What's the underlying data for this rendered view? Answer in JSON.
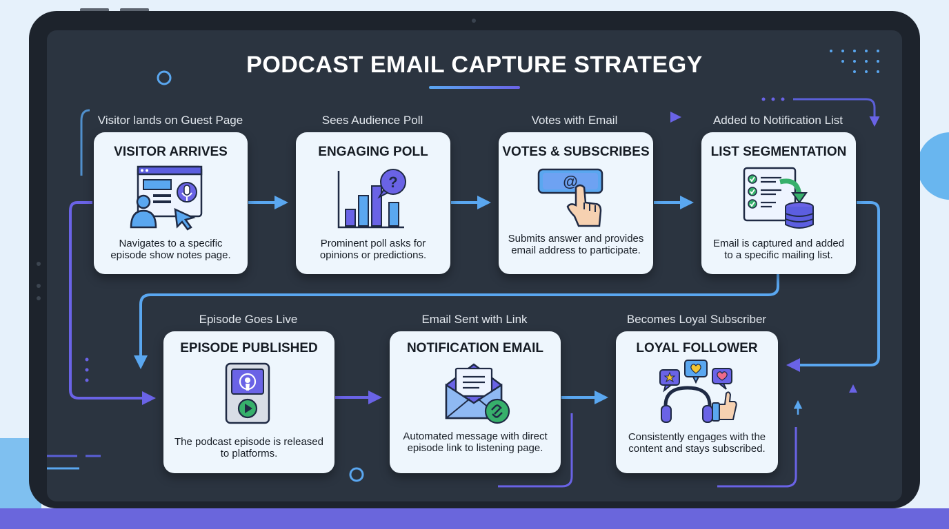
{
  "title": "PODCAST EMAIL CAPTURE STRATEGY",
  "colors": {
    "background": "#e6f1fb",
    "screen": "#2b3440",
    "card": "#eef6fd",
    "arrow_blue": "#5aa7f0",
    "arrow_purple": "#6a63e6"
  },
  "steps": [
    {
      "label": "Visitor lands on Guest Page",
      "title": "VISITOR ARRIVES",
      "description": "Navigates to a specific episode show notes page.",
      "icon": "browser-podcast-cursor-icon"
    },
    {
      "label": "Sees Audience Poll",
      "title": "ENGAGING POLL",
      "description": "Prominent poll asks for opinions or predictions.",
      "icon": "bar-chart-question-icon"
    },
    {
      "label": "Votes with Email",
      "title": "VOTES & SUBSCRIBES",
      "description": "Submits answer and provides email address to participate.",
      "icon": "email-button-hand-icon"
    },
    {
      "label": "Added to Notification List",
      "title": "LIST SEGMENTATION",
      "description": "Email is captured and added to a specific mailing list.",
      "icon": "checklist-database-icon"
    },
    {
      "label": "Episode Goes Live",
      "title": "EPISODE PUBLISHED",
      "description": "The podcast episode is released to platforms.",
      "icon": "podcast-player-icon"
    },
    {
      "label": "Email Sent with Link",
      "title": "NOTIFICATION EMAIL",
      "description": "Automated message with direct episode link to listening page.",
      "icon": "envelope-link-icon"
    },
    {
      "label": "Becomes Loyal Subscriber",
      "title": "LOYAL FOLLOWER",
      "description": "Consistently engages with the content and stays subscribed.",
      "icon": "headphones-thumbs-up-icon"
    }
  ],
  "icon_texts": {
    "email_symbol": "@",
    "question_mark": "?"
  }
}
